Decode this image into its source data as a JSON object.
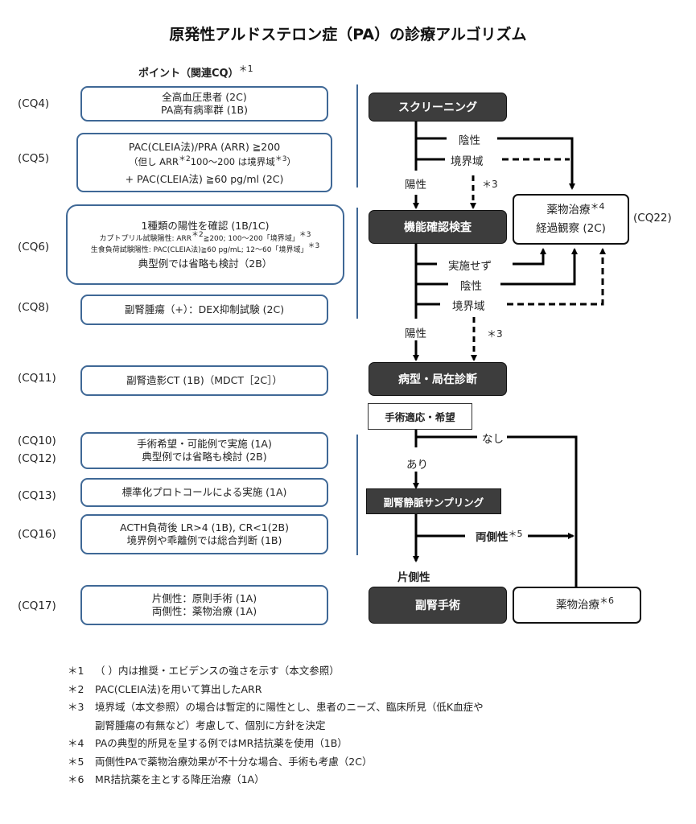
{
  "title": "原発性アルドステロン症（PA）の診療アルゴリズム",
  "points_header": {
    "label": "ポイント（関連CQ）",
    "note": "＊1"
  },
  "points": [
    {
      "cq": "(CQ4)",
      "lines": [
        "全高血圧患者 (2C)",
        "PA高有病率群 (1B)"
      ]
    },
    {
      "cq": "(CQ5)",
      "lines": [
        "PAC(CLEIA法)/PRA (ARR) ≧200",
        "（但し ARR",
        "＊2",
        "100～200  は境界域",
        "＊3",
        "）",
        "+ PAC(CLEIA法) ≧60 pg/ml (2C)"
      ]
    },
    {
      "cq": "(CQ6)",
      "lines": [
        "1種類の陽性を確認 (1B/1C)",
        "カプトプリル試験陽性: ARR",
        "＊2",
        "≧200; 100～200「境界域」",
        "＊3",
        "生食負荷試験陽性: PAC(CLEIA法)≧60 pg/mL; 12～60「境界域」",
        "＊3",
        "典型例では省略も検討（2B）"
      ]
    },
    {
      "cq": "(CQ8)",
      "lines": [
        "副腎腫瘍（+）：DEX抑制試験 (2C)"
      ]
    },
    {
      "cq": "(CQ11)",
      "lines": [
        "副腎造影CT (1B)（MDCT［2C］）"
      ]
    },
    {
      "cq": "(CQ10)",
      "cq2": "(CQ12)",
      "lines": [
        "手術希望・可能例で実施 (1A)",
        "典型例では省略も検討 (2B)"
      ]
    },
    {
      "cq": "(CQ13)",
      "lines": [
        "標準化プロトコールによる実施 (1A)"
      ]
    },
    {
      "cq": "(CQ16)",
      "lines": [
        "ACTH負荷後 LR>4 (1B), CR<1(2B)",
        "境界例や乖離例では総合判断 (1B)"
      ]
    },
    {
      "cq": "(CQ17)",
      "lines": [
        "片側性：原則手術 (1A)",
        "両側性：薬物治療 (1A)"
      ]
    }
  ],
  "flow": {
    "screening": "スクリーニング",
    "confirm": "機能確認検査",
    "diagnosis": "病型・局在診断",
    "surgery_indication": "手術適応・希望",
    "avs": "副腎静脈サンプリング",
    "adrenalectomy": "副腎手術",
    "drug_box": {
      "line1": "薬物治療",
      "note1": "＊4",
      "line2": "経過観察 (2C)",
      "cq": "(CQ22)"
    },
    "drug_final": {
      "label": "薬物治療",
      "note": "＊6"
    },
    "labels": {
      "negative": "陰性",
      "borderline": "境界域",
      "positive": "陽性",
      "not_done": "実施せず",
      "star3": "＊3",
      "yes": "あり",
      "no": "なし",
      "bilateral": "両側性",
      "star5": "＊5",
      "unilateral": "片側性"
    }
  },
  "footnotes": [
    {
      "mark": "＊1",
      "text": "（ ）内は推奨・エビデンスの強さを示す（本文参照）"
    },
    {
      "mark": "＊2",
      "text": " PAC(CLEIA法)を用いて算出したARR"
    },
    {
      "mark": "＊3",
      "text": "境界域（本文参照）の場合は暫定的に陽性とし、患者のニーズ、臨床所見（低K血症や"
    },
    {
      "mark": "",
      "text": "副腎腫瘍の有無など）考慮して、個別に方針を決定"
    },
    {
      "mark": "＊4",
      "text": "PAの典型的所見を呈する例ではMR拮抗薬を使用（1B）"
    },
    {
      "mark": "＊5",
      "text": "両側性PAで薬物治療効果が不十分な場合、手術も考慮（2C）"
    },
    {
      "mark": "＊6",
      "text": "MR拮抗薬を主とする降圧治療（1A）"
    }
  ],
  "colors": {
    "accent_border": "#3f6896",
    "dark_box": "#3d3d3d"
  }
}
